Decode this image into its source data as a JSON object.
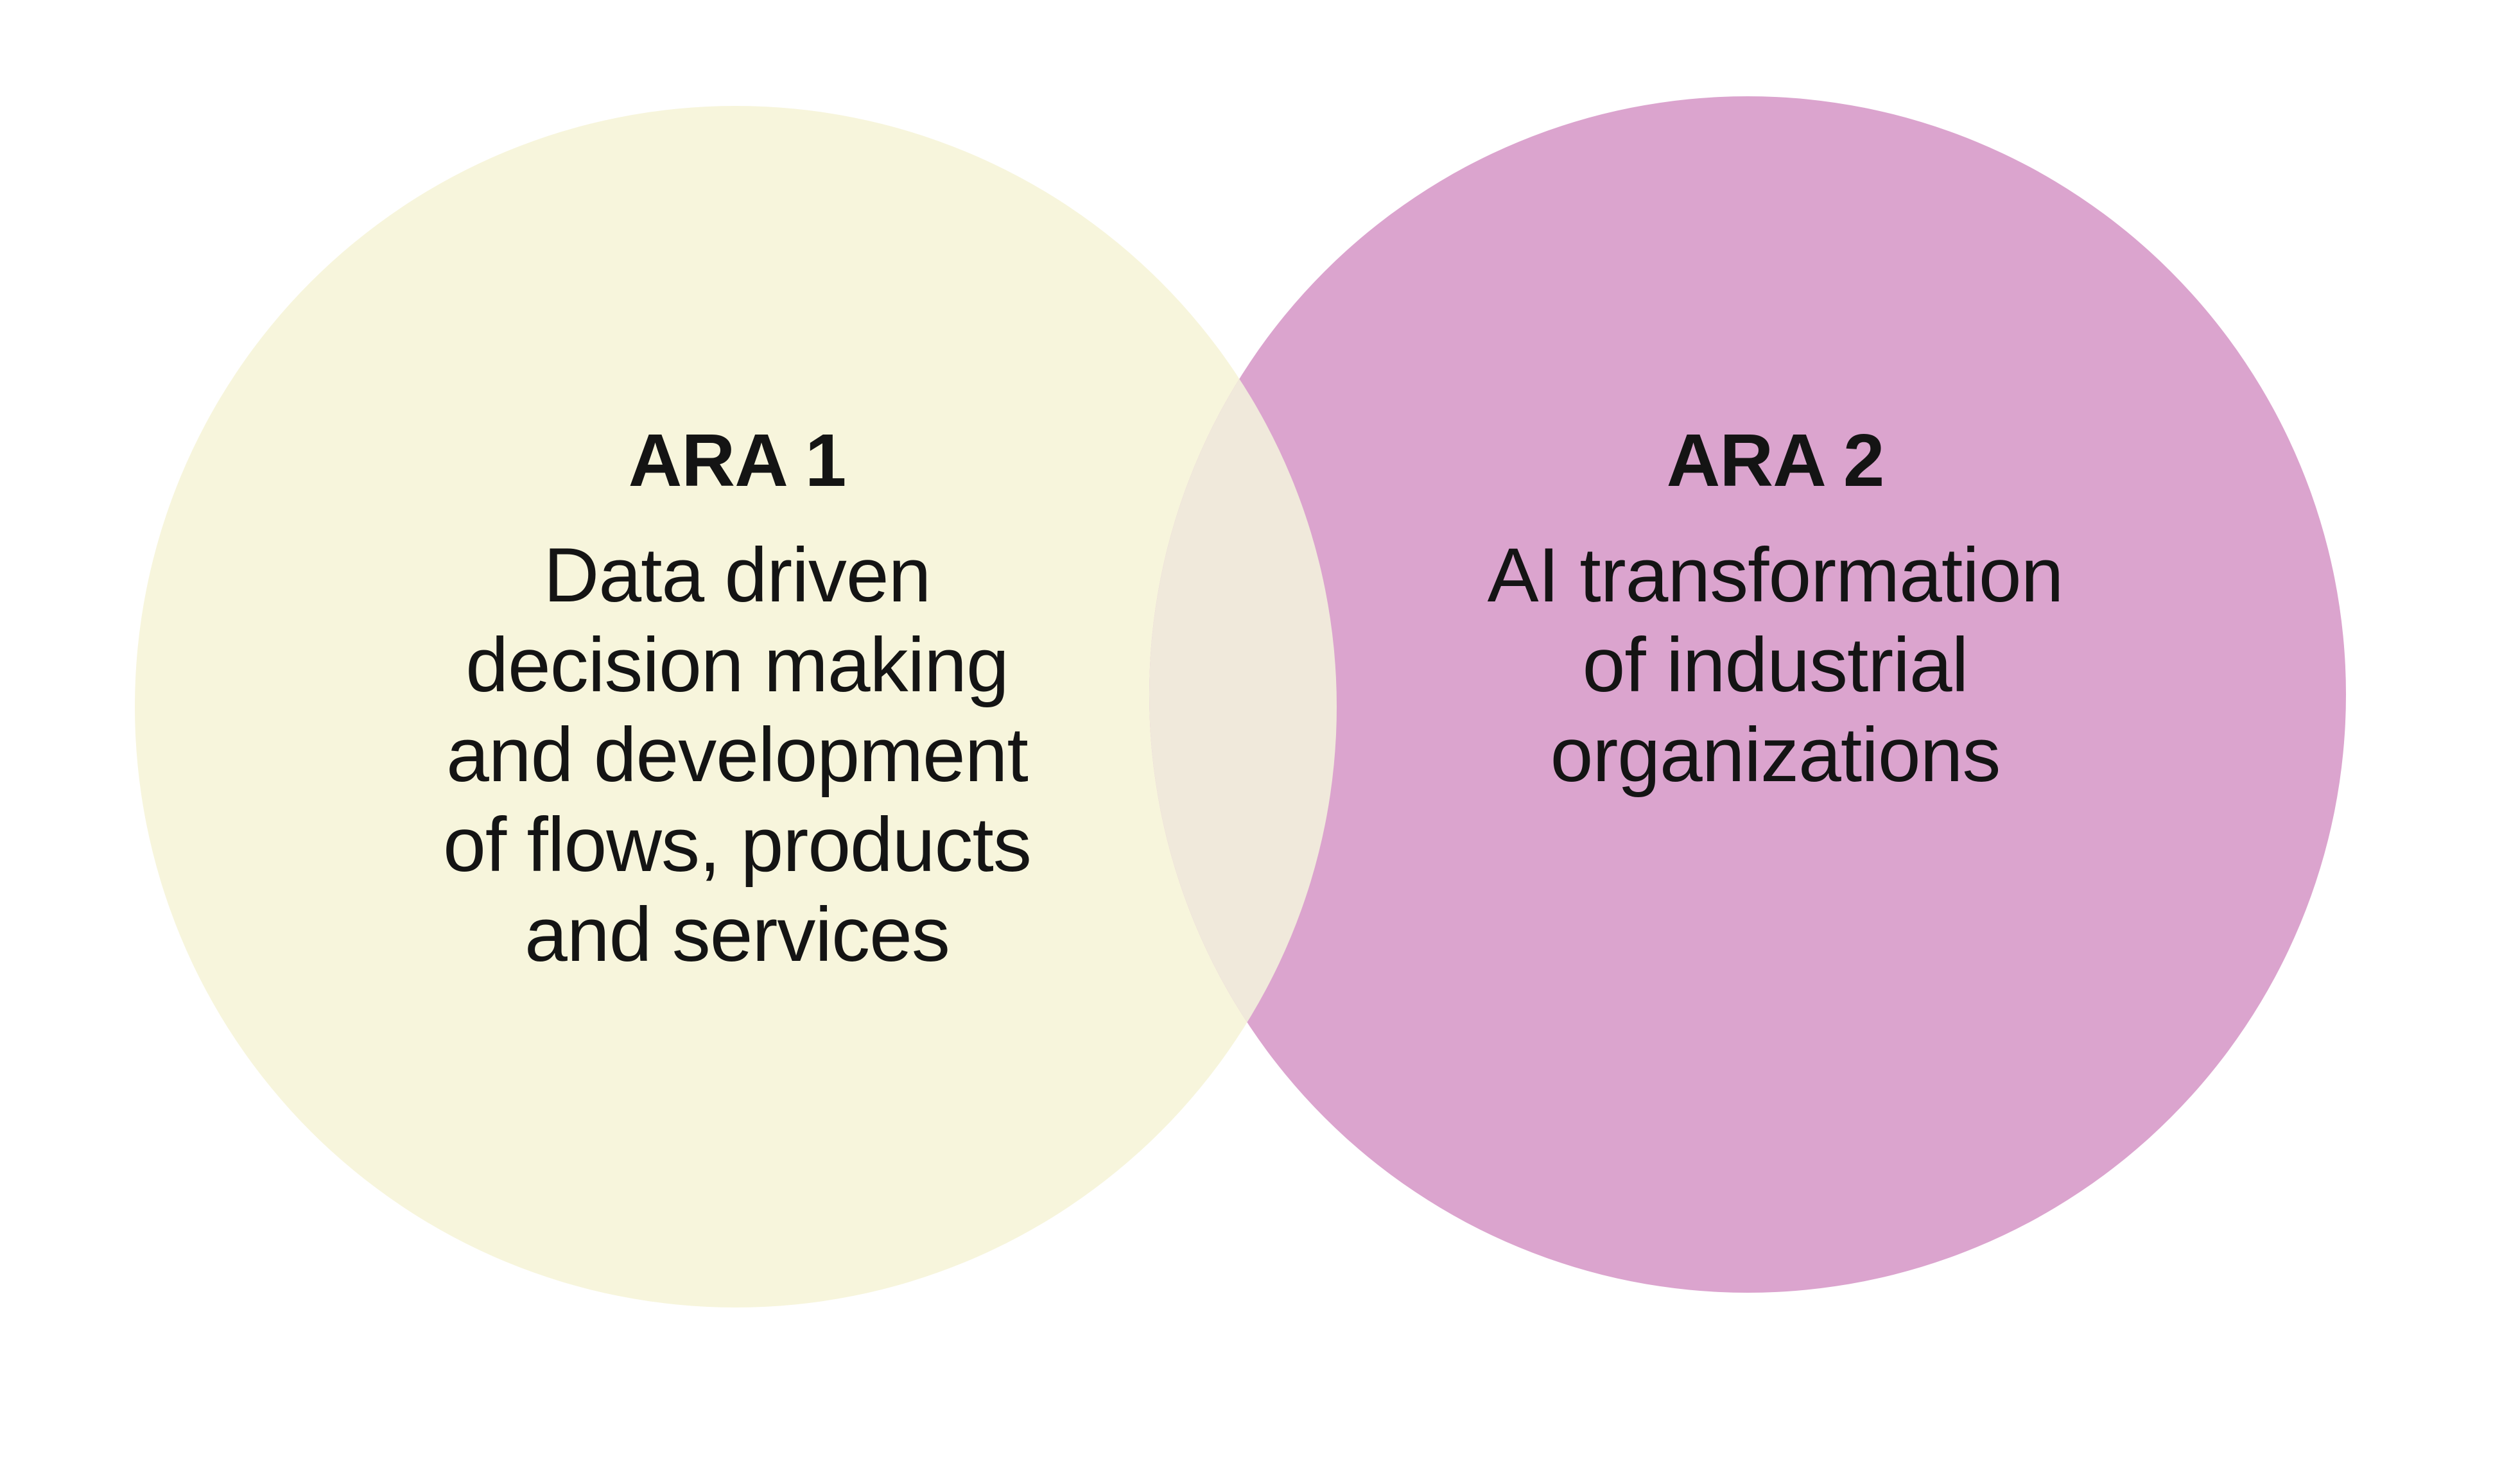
{
  "venn": {
    "left": {
      "label": "ARA 1",
      "lines": [
        "Data driven",
        "decision making",
        "and development",
        "of flows, products",
        "and services"
      ],
      "color": "#F7F5DC"
    },
    "right": {
      "label": "ARA 2",
      "lines": [
        "AI transformation",
        "of industrial",
        "organizations"
      ],
      "color": "#DBA4CE"
    },
    "overlap_color": "#F0E9DB"
  },
  "colors": {
    "background": "#FFFFFF",
    "text": "#141414"
  }
}
